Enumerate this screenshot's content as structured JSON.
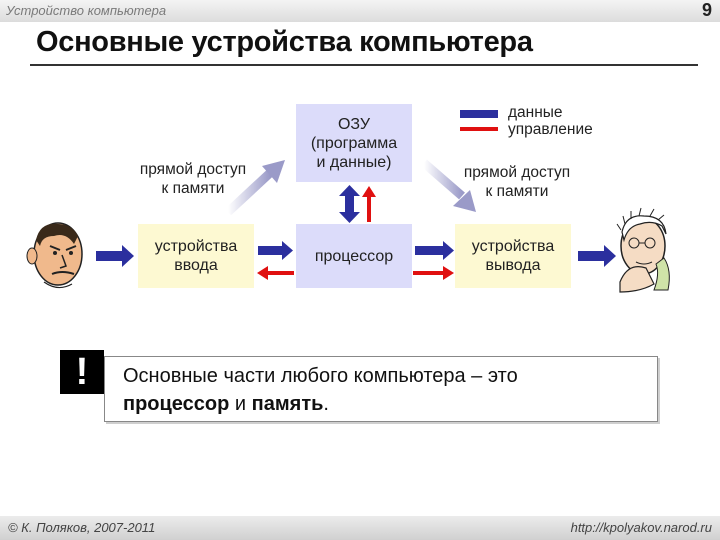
{
  "header": {
    "section": "Устройство компьютера",
    "page_number": "9"
  },
  "title": "Основные устройства компьютера",
  "legend": {
    "data": "данные",
    "control": "управление"
  },
  "nodes": {
    "ram": "ОЗУ\n(программа\nи данные)",
    "input": "устройства\nввода",
    "cpu": "процессор",
    "output": "устройства\nвывода"
  },
  "labels": {
    "dma_left": "прямой доступ\nк памяти",
    "dma_right": "прямой доступ\nк памяти"
  },
  "note": {
    "line1": "Основные части любого компьютера – это",
    "bold1": "процессор",
    "mid": " и ",
    "bold2": "память",
    "end": "."
  },
  "footer": {
    "author": "© К. Поляков, 2007-2011",
    "url": "http://kpolyakov.narod.ru"
  },
  "colors": {
    "data_arrow": "#2b2f9e",
    "control_arrow": "#e01010",
    "box_yellow": "#fdf9d2",
    "box_lavender": "#dcdcfa"
  }
}
